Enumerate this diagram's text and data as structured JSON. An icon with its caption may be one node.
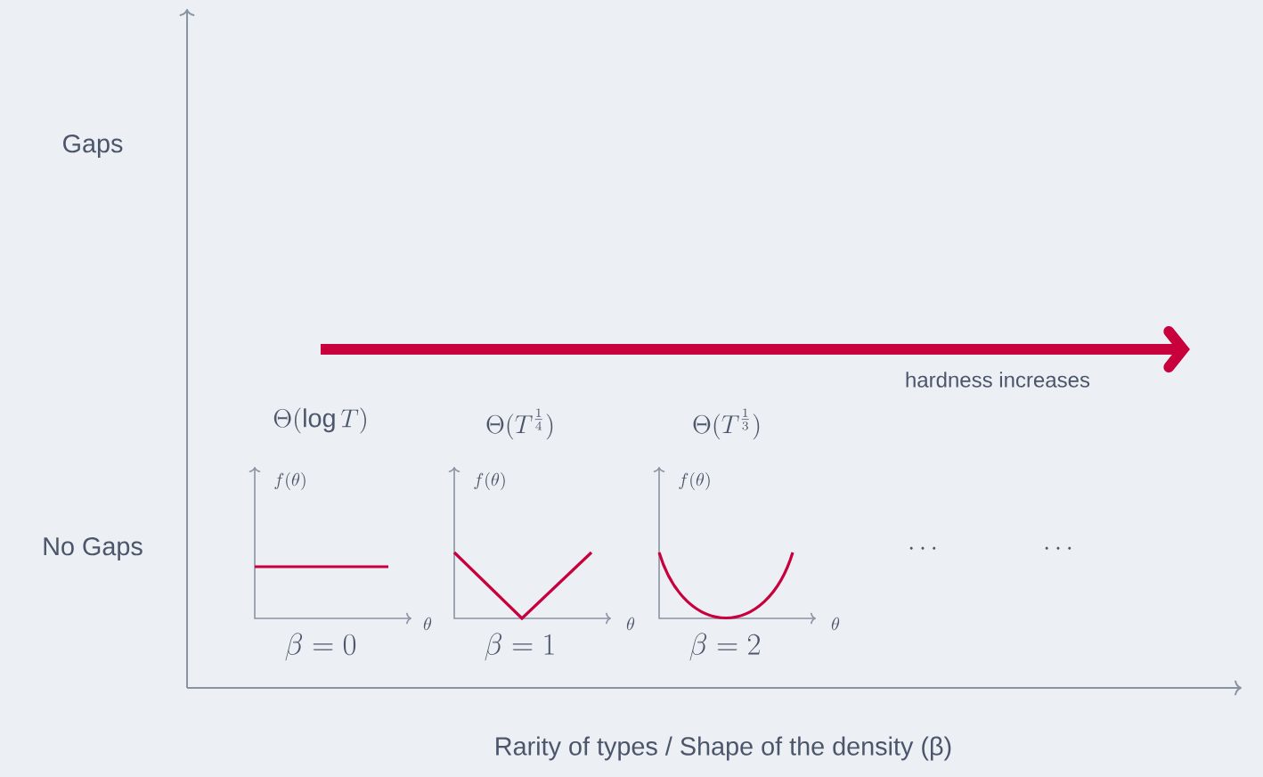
{
  "diagram": {
    "labels": [
      "Gaps",
      "hardness increases",
      "\\Theta(\\log T)",
      "\\Theta(T^{\\frac{1}{4}})",
      "\\Theta(T^{\\frac{1}{3}})",
      "f(\\theta)",
      "f(\\theta)",
      "f(\\theta)",
      "No Gaps",
      "\\cdots",
      "\\cdots",
      "\\theta",
      "\\theta",
      "\\theta",
      "\\beta = 0",
      "\\beta = 1",
      "\\beta = 2",
      "Rarity of types / Shape of the density (β)"
    ]
  }
}
